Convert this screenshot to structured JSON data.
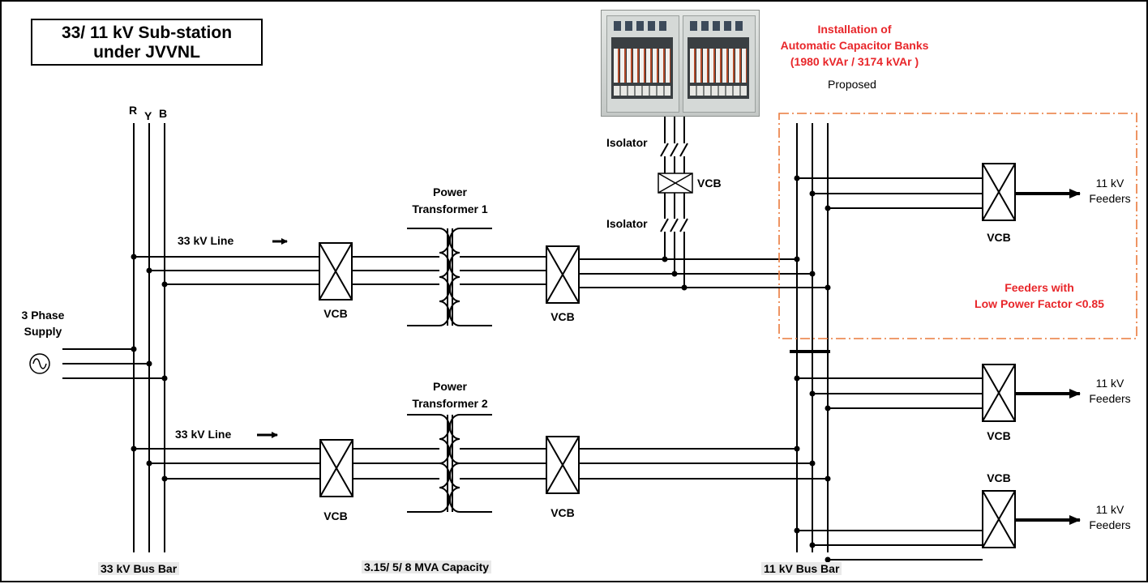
{
  "title": {
    "line1": "33/ 11 kV Sub-station",
    "line2": "under JVVNL"
  },
  "capacitor_bank": {
    "line1": "Installation of",
    "line2": "Automatic Capacitor Banks",
    "line3": "(1980 kVAr / 3174 kVAr )",
    "status": "Proposed",
    "image": "capacitor-bank-panel-photo"
  },
  "phases": {
    "r": "R",
    "y": "Y",
    "b": "B"
  },
  "supply": {
    "line1": "3 Phase",
    "line2": "Supply"
  },
  "lines": {
    "upper": "33 kV Line",
    "lower": "33 kV Line"
  },
  "transformers": {
    "t1": {
      "line1": "Power",
      "line2": "Transformer 1"
    },
    "t2": {
      "line1": "Power",
      "line2": "Transformer 2"
    }
  },
  "isolators": {
    "upper": "Isolator",
    "lower": "Isolator"
  },
  "breaker_label": "VCB",
  "feeders": {
    "line1": "11 kV",
    "line2": "Feeders"
  },
  "low_pf": {
    "line1": "Feeders with",
    "line2": "Low Power Factor <0.85"
  },
  "footer": {
    "bus33": "33 kV Bus Bar",
    "capacity": "3.15/ 5/ 8 MVA Capacity",
    "bus11": "11 kV Bus Bar"
  },
  "colors": {
    "accent_red": "#e8262a",
    "dashed_box": "#ea7a3c",
    "label_bg": "#e9e9e9"
  }
}
